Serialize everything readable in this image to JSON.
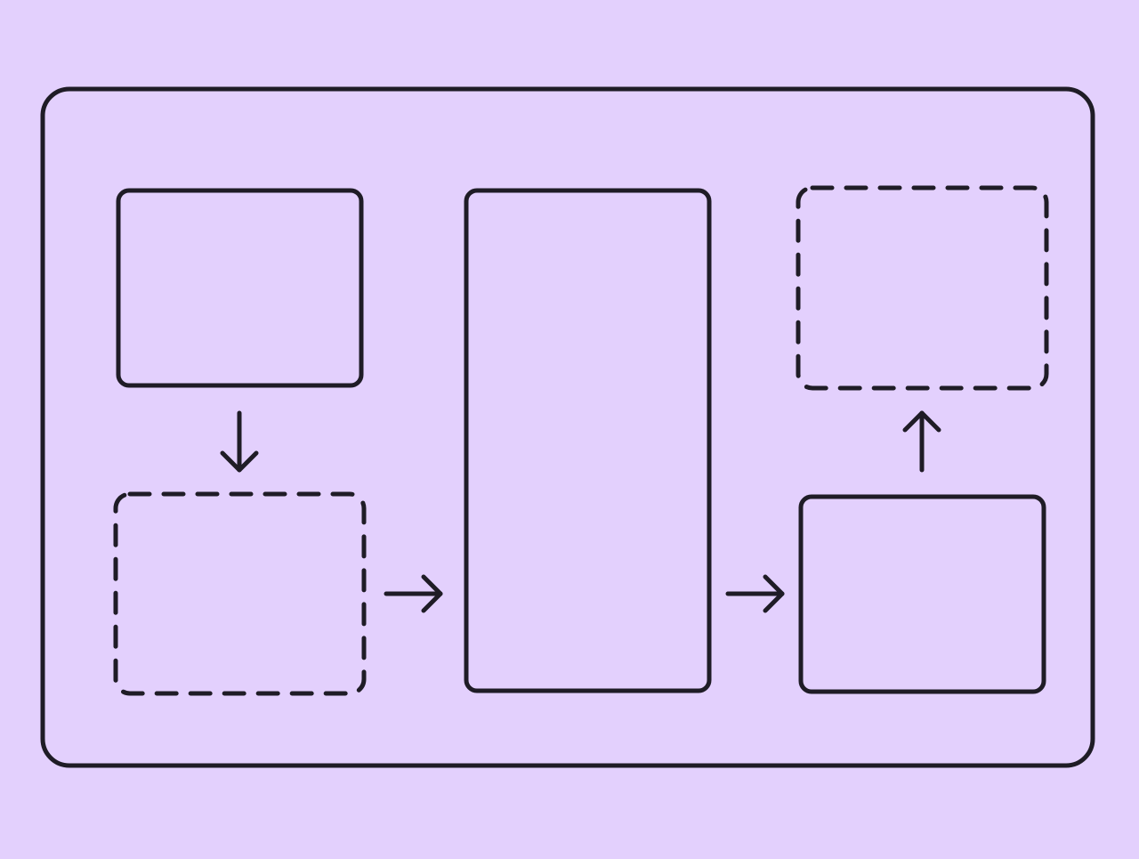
{
  "colors": {
    "background": "#e3d0fd",
    "stroke": "#1f1c26"
  },
  "diagram": {
    "nodes": [
      {
        "id": "top-left-box",
        "style": "solid"
      },
      {
        "id": "bottom-left-box",
        "style": "dashed"
      },
      {
        "id": "center-tall-box",
        "style": "solid"
      },
      {
        "id": "bottom-right-box",
        "style": "solid"
      },
      {
        "id": "top-right-box",
        "style": "dashed"
      }
    ],
    "edges": [
      {
        "from": "top-left-box",
        "to": "bottom-left-box",
        "direction": "down"
      },
      {
        "from": "bottom-left-box",
        "to": "center-tall-box",
        "direction": "right"
      },
      {
        "from": "center-tall-box",
        "to": "bottom-right-box",
        "direction": "right"
      },
      {
        "from": "bottom-right-box",
        "to": "top-right-box",
        "direction": "up"
      }
    ]
  }
}
